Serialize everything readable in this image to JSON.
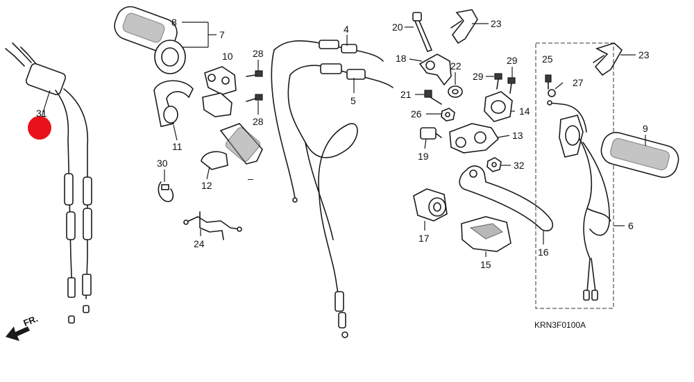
{
  "diagram": {
    "code": "KRN3F0100A",
    "direction_label": "FR.",
    "highlight_color": "#e8121a",
    "callouts": {
      "p31": "31",
      "p8": "8",
      "p7": "7",
      "p10": "10",
      "p28a": "28",
      "p28b": "28",
      "p11": "11",
      "p12": "12",
      "p30": "30",
      "p24": "24",
      "p4": "4",
      "p5": "5",
      "p20": "20",
      "p23a": "23",
      "p23b": "23",
      "p18": "18",
      "p22": "22",
      "p29a": "29",
      "p29b": "29",
      "p21": "21",
      "p26": "26",
      "p14": "14",
      "p13": "13",
      "p19": "19",
      "p32": "32",
      "p17": "17",
      "p15": "15",
      "p16": "16",
      "p25": "25",
      "p27": "27",
      "p9": "9",
      "p6": "6",
      "dash_mark": "–"
    }
  }
}
